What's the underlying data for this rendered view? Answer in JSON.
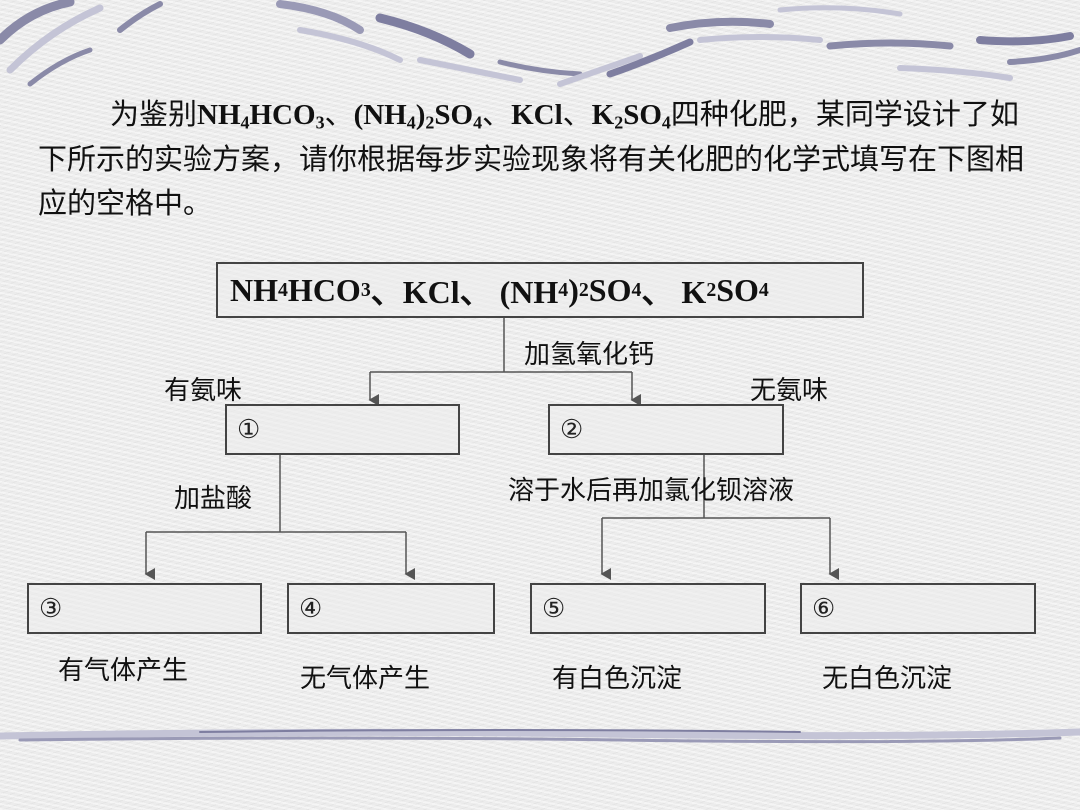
{
  "question": {
    "p1": "为鉴别",
    "c1": "NH",
    "c1s": "4",
    "c1b": "HCO",
    "c1bs": "3",
    "sep1": "、",
    "c2a": "(NH",
    "c2as": "4",
    "c2b": ")",
    "c2bs": "2",
    "c2c": "SO",
    "c2cs": "4",
    "sep2": "、",
    "c3": "KCl",
    "sep3": "、",
    "c4a": "K",
    "c4as": "2",
    "c4b": "SO",
    "c4bs": "4",
    "p2": "四种化肥，某同学设计了如下所示的实验方案，请你根据每步实验现象将有关化肥的化学式填写在下图相应的空格中。"
  },
  "diagram": {
    "top_box": {
      "t1": "NH",
      "t1s": "4",
      "t2": "HCO",
      "t2s": "3",
      "t3": "、KCl、 (NH",
      "t3s": "4",
      "t4": ")",
      "t4s": "2",
      "t5": "SO",
      "t5s": "4",
      "t6": " 、 K",
      "t6s": "2",
      "t7": "SO",
      "t7s": "4"
    },
    "reagent1": "加氢氧化钙",
    "left_branch": "有氨味",
    "right_branch": "无氨味",
    "box1": "①",
    "box2": "②",
    "reagent2": "加盐酸",
    "reagent3": "溶于水后再加氯化钡溶液",
    "box3": "③",
    "box4": "④",
    "box5": "⑤",
    "box6": "⑥",
    "result3": "有气体产生",
    "result4": "无气体产生",
    "result5": "有白色沉淀",
    "result6": "无白色沉淀"
  },
  "colors": {
    "line": "#555555",
    "deco": "#8a8aa8",
    "deco_light": "#c4c4d6"
  }
}
